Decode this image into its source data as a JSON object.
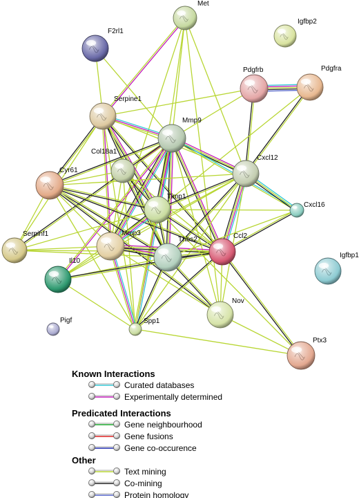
{
  "nodes": [
    {
      "id": "Met",
      "label": "Met",
      "color": "#c6d9a0"
    },
    {
      "id": "Igfbp2",
      "label": "Igfbp2",
      "color": "#d9e3a0"
    },
    {
      "id": "F2rl1",
      "label": "F2rl1",
      "color": "#6a6aa8"
    },
    {
      "id": "Pdgfrb",
      "label": "Pdgfrb",
      "color": "#e4a6a6"
    },
    {
      "id": "Pdgfra",
      "label": "Pdgfra",
      "color": "#e8b890"
    },
    {
      "id": "Serpine1",
      "label": "Serpine1",
      "color": "#ddc9a0"
    },
    {
      "id": "Mmp9",
      "label": "Mmp9",
      "color": "#b6c9b0"
    },
    {
      "id": "Col18a1",
      "label": "Col18a1",
      "color": "#c3d0a8"
    },
    {
      "id": "Cxcl12",
      "label": "Cxcl12",
      "color": "#c3cdb0"
    },
    {
      "id": "Cyr61",
      "label": "Cyr61",
      "color": "#e3aa88"
    },
    {
      "id": "Timp1",
      "label": "Timp1",
      "color": "#c9dca0"
    },
    {
      "id": "Cxcl16",
      "label": "Cxcl16",
      "color": "#8acdc0"
    },
    {
      "id": "Serpinf1",
      "label": "Serpinf1",
      "color": "#d6c98a"
    },
    {
      "id": "Mmp3",
      "label": "Mmp3",
      "color": "#e3cfa3"
    },
    {
      "id": "Thbs2",
      "label": "Thbs2",
      "color": "#b3d0be"
    },
    {
      "id": "Ccl2",
      "label": "Ccl2",
      "color": "#d75a73"
    },
    {
      "id": "Il10",
      "label": "Il10",
      "color": "#2f9a70"
    },
    {
      "id": "Igfbp1",
      "label": "Igfbp1",
      "color": "#8dcbd2"
    },
    {
      "id": "Nov",
      "label": "Nov",
      "color": "#d6e3a8"
    },
    {
      "id": "Spp1",
      "label": "Spp1",
      "color": "#c9dca0"
    },
    {
      "id": "Pigf",
      "label": "Pigf",
      "color": "#aaaad0"
    },
    {
      "id": "Ptx3",
      "label": "Ptx3",
      "color": "#e3a890"
    }
  ],
  "edges": [
    {
      "source": "Met",
      "target": "Serpine1",
      "types": [
        "experimental",
        "textmining"
      ]
    },
    {
      "source": "Met",
      "target": "Mmp9",
      "types": [
        "textmining"
      ]
    },
    {
      "source": "Met",
      "target": "Mmp3",
      "types": [
        "textmining"
      ]
    },
    {
      "source": "Met",
      "target": "Cxcl12",
      "types": [
        "textmining"
      ]
    },
    {
      "source": "Met",
      "target": "Timp1",
      "types": [
        "textmining"
      ]
    },
    {
      "source": "Met",
      "target": "Nov",
      "types": [
        "textmining"
      ]
    },
    {
      "source": "F2rl1",
      "target": "Serpine1",
      "types": [
        "textmining"
      ]
    },
    {
      "source": "F2rl1",
      "target": "Mmp9",
      "types": [
        "textmining"
      ]
    },
    {
      "source": "Pdgfrb",
      "target": "Pdgfra",
      "types": [
        "curated",
        "experimental",
        "textmining",
        "comining",
        "homology"
      ]
    },
    {
      "source": "Pdgfrb",
      "target": "Serpine1",
      "types": [
        "textmining"
      ]
    },
    {
      "source": "Pdgfrb",
      "target": "Cxcl12",
      "types": [
        "textmining",
        "comining"
      ]
    },
    {
      "source": "Pdgfrb",
      "target": "Mmp9",
      "types": [
        "textmining"
      ]
    },
    {
      "source": "Pdgfra",
      "target": "Cxcl12",
      "types": [
        "textmining",
        "comining"
      ]
    },
    {
      "source": "Pdgfra",
      "target": "Timp1",
      "types": [
        "textmining"
      ]
    },
    {
      "source": "Serpine1",
      "target": "Mmp9",
      "types": [
        "curated",
        "experimental",
        "textmining"
      ]
    },
    {
      "source": "Serpine1",
      "target": "Cyr61",
      "types": [
        "textmining",
        "comining"
      ]
    },
    {
      "source": "Serpine1",
      "target": "Timp1",
      "types": [
        "experimental",
        "textmining",
        "comining"
      ]
    },
    {
      "source": "Serpine1",
      "target": "Mmp3",
      "types": [
        "experimental",
        "textmining"
      ]
    },
    {
      "source": "Serpine1",
      "target": "Thbs2",
      "types": [
        "textmining",
        "comining"
      ]
    },
    {
      "source": "Serpine1",
      "target": "Ccl2",
      "types": [
        "textmining",
        "comining"
      ]
    },
    {
      "source": "Serpine1",
      "target": "Serpinf1",
      "types": [
        "textmining"
      ]
    },
    {
      "source": "Serpine1",
      "target": "Spp1",
      "types": [
        "textmining"
      ]
    },
    {
      "source": "Serpine1",
      "target": "Cxcl12",
      "types": [
        "textmining"
      ]
    },
    {
      "source": "Mmp9",
      "target": "Col18a1",
      "types": [
        "experimental",
        "textmining"
      ]
    },
    {
      "source": "Mmp9",
      "target": "Cyr61",
      "types": [
        "textmining",
        "comining"
      ]
    },
    {
      "source": "Mmp9",
      "target": "Timp1",
      "types": [
        "curated",
        "experimental",
        "textmining",
        "comining"
      ]
    },
    {
      "source": "Mmp9",
      "target": "Mmp3",
      "types": [
        "curated",
        "experimental",
        "textmining",
        "comining"
      ]
    },
    {
      "source": "Mmp9",
      "target": "Thbs2",
      "types": [
        "experimental",
        "textmining",
        "comining"
      ]
    },
    {
      "source": "Mmp9",
      "target": "Ccl2",
      "types": [
        "experimental",
        "textmining",
        "comining"
      ]
    },
    {
      "source": "Mmp9",
      "target": "Il10",
      "types": [
        "experimental",
        "textmining"
      ]
    },
    {
      "source": "Mmp9",
      "target": "Spp1",
      "types": [
        "curated",
        "experimental",
        "textmining"
      ]
    },
    {
      "source": "Mmp9",
      "target": "Cxcl12",
      "types": [
        "experimental",
        "textmining",
        "comining"
      ]
    },
    {
      "source": "Mmp9",
      "target": "Serpinf1",
      "types": [
        "textmining",
        "comining"
      ]
    },
    {
      "source": "Mmp9",
      "target": "Nov",
      "types": [
        "textmining"
      ]
    },
    {
      "source": "Mmp9",
      "target": "Cxcl16",
      "types": [
        "curated",
        "textmining"
      ]
    },
    {
      "source": "Col18a1",
      "target": "Cyr61",
      "types": [
        "textmining"
      ]
    },
    {
      "source": "Col18a1",
      "target": "Timp1",
      "types": [
        "textmining",
        "comining"
      ]
    },
    {
      "source": "Col18a1",
      "target": "Mmp3",
      "types": [
        "textmining"
      ]
    },
    {
      "source": "Col18a1",
      "target": "Thbs2",
      "types": [
        "textmining",
        "comining"
      ]
    },
    {
      "source": "Col18a1",
      "target": "Ccl2",
      "types": [
        "textmining"
      ]
    },
    {
      "source": "Col18a1",
      "target": "Spp1",
      "types": [
        "textmining"
      ]
    },
    {
      "source": "Cxcl12",
      "target": "Timp1",
      "types": [
        "textmining",
        "comining"
      ]
    },
    {
      "source": "Cxcl12",
      "target": "Mmp3",
      "types": [
        "textmining"
      ]
    },
    {
      "source": "Cxcl12",
      "target": "Thbs2",
      "types": [
        "textmining",
        "comining"
      ]
    },
    {
      "source": "Cxcl12",
      "target": "Ccl2",
      "types": [
        "curated",
        "experimental",
        "textmining",
        "comining"
      ]
    },
    {
      "source": "Cxcl12",
      "target": "Cxcl16",
      "types": [
        "curated",
        "textmining",
        "comining"
      ]
    },
    {
      "source": "Cxcl12",
      "target": "Cyr61",
      "types": [
        "textmining"
      ]
    },
    {
      "source": "Cxcl12",
      "target": "Spp1",
      "types": [
        "textmining"
      ]
    },
    {
      "source": "Cxcl12",
      "target": "Nov",
      "types": [
        "textmining"
      ]
    },
    {
      "source": "Cxcl12",
      "target": "Il10",
      "types": [
        "textmining"
      ]
    },
    {
      "source": "Cyr61",
      "target": "Timp1",
      "types": [
        "textmining",
        "comining"
      ]
    },
    {
      "source": "Cyr61",
      "target": "Mmp3",
      "types": [
        "textmining"
      ]
    },
    {
      "source": "Cyr61",
      "target": "Thbs2",
      "types": [
        "textmining",
        "comining"
      ]
    },
    {
      "source": "Cyr61",
      "target": "Ccl2",
      "types": [
        "textmining",
        "comining"
      ]
    },
    {
      "source": "Cyr61",
      "target": "Serpinf1",
      "types": [
        "textmining"
      ]
    },
    {
      "source": "Cyr61",
      "target": "Nov",
      "types": [
        "textmining",
        "comining"
      ]
    },
    {
      "source": "Cyr61",
      "target": "Spp1",
      "types": [
        "textmining"
      ]
    },
    {
      "source": "Timp1",
      "target": "Mmp3",
      "types": [
        "curated",
        "experimental",
        "textmining",
        "comining"
      ]
    },
    {
      "source": "Timp1",
      "target": "Thbs2",
      "types": [
        "textmining",
        "comining"
      ]
    },
    {
      "source": "Timp1",
      "target": "Ccl2",
      "types": [
        "textmining",
        "comining"
      ]
    },
    {
      "source": "Timp1",
      "target": "Spp1",
      "types": [
        "textmining"
      ]
    },
    {
      "source": "Timp1",
      "target": "Il10",
      "types": [
        "textmining"
      ]
    },
    {
      "source": "Timp1",
      "target": "Cxcl16",
      "types": [
        "textmining"
      ]
    },
    {
      "source": "Timp1",
      "target": "Serpinf1",
      "types": [
        "textmining"
      ]
    },
    {
      "source": "Serpinf1",
      "target": "Mmp3",
      "types": [
        "textmining"
      ]
    },
    {
      "source": "Serpinf1",
      "target": "Thbs2",
      "types": [
        "textmining"
      ]
    },
    {
      "source": "Serpinf1",
      "target": "Ccl2",
      "types": [
        "textmining"
      ]
    },
    {
      "source": "Mmp3",
      "target": "Thbs2",
      "types": [
        "experimental",
        "textmining",
        "comining"
      ]
    },
    {
      "source": "Mmp3",
      "target": "Ccl2",
      "types": [
        "experimental",
        "textmining",
        "comining"
      ]
    },
    {
      "source": "Mmp3",
      "target": "Il10",
      "types": [
        "textmining"
      ]
    },
    {
      "source": "Mmp3",
      "target": "Spp1",
      "types": [
        "curated",
        "experimental",
        "textmining"
      ]
    },
    {
      "source": "Mmp3",
      "target": "Nov",
      "types": [
        "textmining"
      ]
    },
    {
      "source": "Thbs2",
      "target": "Ccl2",
      "types": [
        "textmining",
        "comining"
      ]
    },
    {
      "source": "Thbs2",
      "target": "Il10",
      "types": [
        "textmining"
      ]
    },
    {
      "source": "Thbs2",
      "target": "Spp1",
      "types": [
        "textmining",
        "comining"
      ]
    },
    {
      "source": "Thbs2",
      "target": "Nov",
      "types": [
        "textmining",
        "comining"
      ]
    },
    {
      "source": "Thbs2",
      "target": "Cxcl16",
      "types": [
        "textmining"
      ]
    },
    {
      "source": "Ccl2",
      "target": "Il10",
      "types": [
        "textmining",
        "comining"
      ]
    },
    {
      "source": "Ccl2",
      "target": "Spp1",
      "types": [
        "textmining",
        "comining"
      ]
    },
    {
      "source": "Ccl2",
      "target": "Nov",
      "types": [
        "textmining"
      ]
    },
    {
      "source": "Ccl2",
      "target": "Ptx3",
      "types": [
        "textmining",
        "comining"
      ]
    },
    {
      "source": "Ccl2",
      "target": "Cxcl16",
      "types": [
        "textmining",
        "comining"
      ]
    },
    {
      "source": "Nov",
      "target": "Ptx3",
      "types": [
        "textmining"
      ]
    },
    {
      "source": "Spp1",
      "target": "Ptx3",
      "types": [
        "textmining"
      ]
    },
    {
      "source": "Timp1",
      "target": "Ptx3",
      "types": [
        "textmining"
      ]
    },
    {
      "source": "Il10",
      "target": "Spp1",
      "types": [
        "textmining"
      ]
    }
  ],
  "edge_colors": {
    "curated": "#33c9d6",
    "experimental": "#c01ab8",
    "neighbourhood": "#1ba52c",
    "fusion": "#dd2222",
    "cooccurrence": "#1f2bb0",
    "textmining": "#b8d633",
    "comining": "#222222",
    "homology": "#5566cc"
  },
  "legend": {
    "groups": [
      {
        "title": "Known Interactions",
        "items": [
          {
            "label": "Curated databases",
            "color": "#33c9d6"
          },
          {
            "label": "Experimentally determined",
            "color": "#c01ab8"
          }
        ]
      },
      {
        "title": "Predicated Interactions",
        "items": [
          {
            "label": "Gene neighbourhood",
            "color": "#1ba52c"
          },
          {
            "label": "Gene fusions",
            "color": "#dd2222"
          },
          {
            "label": "Gene co-occurence",
            "color": "#1f2bb0"
          }
        ]
      },
      {
        "title": "Other",
        "items": [
          {
            "label": "Text mining",
            "color": "#b8d633"
          },
          {
            "label": "Co-mining",
            "color": "#222222"
          },
          {
            "label": "Protein homology",
            "color": "#5566cc"
          }
        ]
      }
    ]
  }
}
